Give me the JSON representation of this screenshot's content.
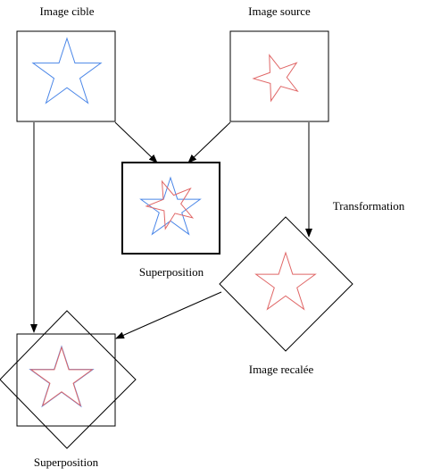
{
  "labels": {
    "target_image": "Image cible",
    "source_image": "Image source",
    "superposition_top": "Superposition",
    "transformation": "Transformation",
    "registered_image": "Image recalée",
    "superposition_bottom": "Superposition"
  },
  "colors": {
    "target_star": "#4a86e8",
    "source_star": "#e06666",
    "merged_star": "#8e6fb0",
    "stroke": "#000000",
    "background": "#ffffff"
  }
}
